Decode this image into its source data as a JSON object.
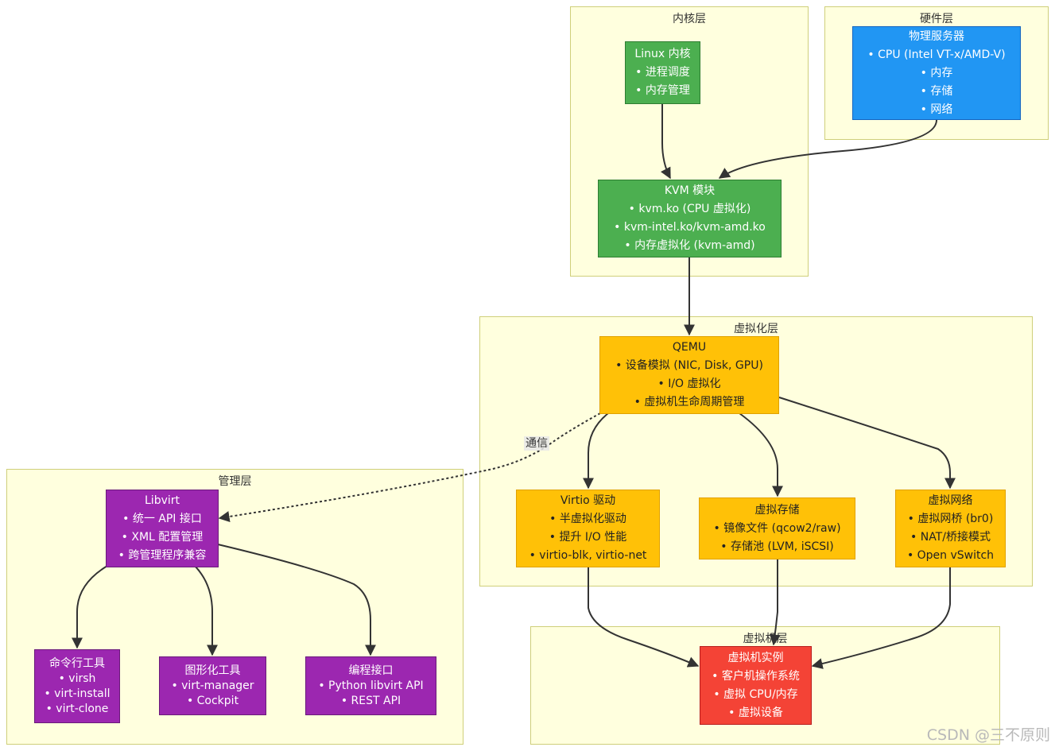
{
  "layers": {
    "kernel": "内核层",
    "hardware": "硬件层",
    "virt": "虚拟化层",
    "mgmt": "管理层",
    "vm": "虚拟机层"
  },
  "nodes": {
    "linux": {
      "title": "Linux 内核",
      "lines": [
        "• 进程调度",
        "• 内存管理"
      ]
    },
    "server": {
      "title": "物理服务器",
      "lines": [
        "• CPU (Intel VT-x/AMD-V)",
        "• 内存",
        "• 存储",
        "• 网络"
      ]
    },
    "kvm": {
      "title": "KVM 模块",
      "lines": [
        "• kvm.ko (CPU 虚拟化)",
        "• kvm-intel.ko/kvm-amd.ko",
        "• 内存虚拟化 (kvm-amd)"
      ]
    },
    "qemu": {
      "title": "QEMU",
      "lines": [
        "• 设备模拟 (NIC, Disk, GPU)",
        "• I/O 虚拟化",
        "• 虚拟机生命周期管理"
      ]
    },
    "virtio": {
      "title": "Virtio 驱动",
      "lines": [
        "• 半虚拟化驱动",
        "• 提升 I/O 性能",
        "• virtio-blk, virtio-net"
      ]
    },
    "vstorage": {
      "title": "虚拟存储",
      "lines": [
        "• 镜像文件 (qcow2/raw)",
        "• 存储池 (LVM, iSCSI)"
      ]
    },
    "vnet": {
      "title": "虚拟网络",
      "lines": [
        "• 虚拟网桥 (br0)",
        "• NAT/桥接模式",
        "• Open vSwitch"
      ]
    },
    "libvirt": {
      "title": "Libvirt",
      "lines": [
        "• 统一 API 接口",
        "• XML 配置管理",
        "• 跨管理程序兼容"
      ]
    },
    "cli": {
      "title": "命令行工具",
      "lines": [
        "• virsh",
        "• virt-install",
        "• virt-clone"
      ]
    },
    "gui": {
      "title": "图形化工具",
      "lines": [
        "• virt-manager",
        "• Cockpit"
      ]
    },
    "api": {
      "title": "编程接口",
      "lines": [
        "• Python libvirt API",
        "• REST API"
      ]
    },
    "vminst": {
      "title": "虚拟机实例",
      "lines": [
        "• 客户机操作系统",
        "• 虚拟 CPU/内存",
        "• 虚拟设备"
      ]
    }
  },
  "edge_label": "通信",
  "watermark": "CSDN @三不原则",
  "colors": {
    "layer_bg": "#ffffde",
    "kernel_nodes": "#4caf50",
    "hardware_node": "#2196f3",
    "virt_nodes": "#ffc107",
    "mgmt_nodes": "#9c27b0",
    "vm_node": "#f44336"
  }
}
